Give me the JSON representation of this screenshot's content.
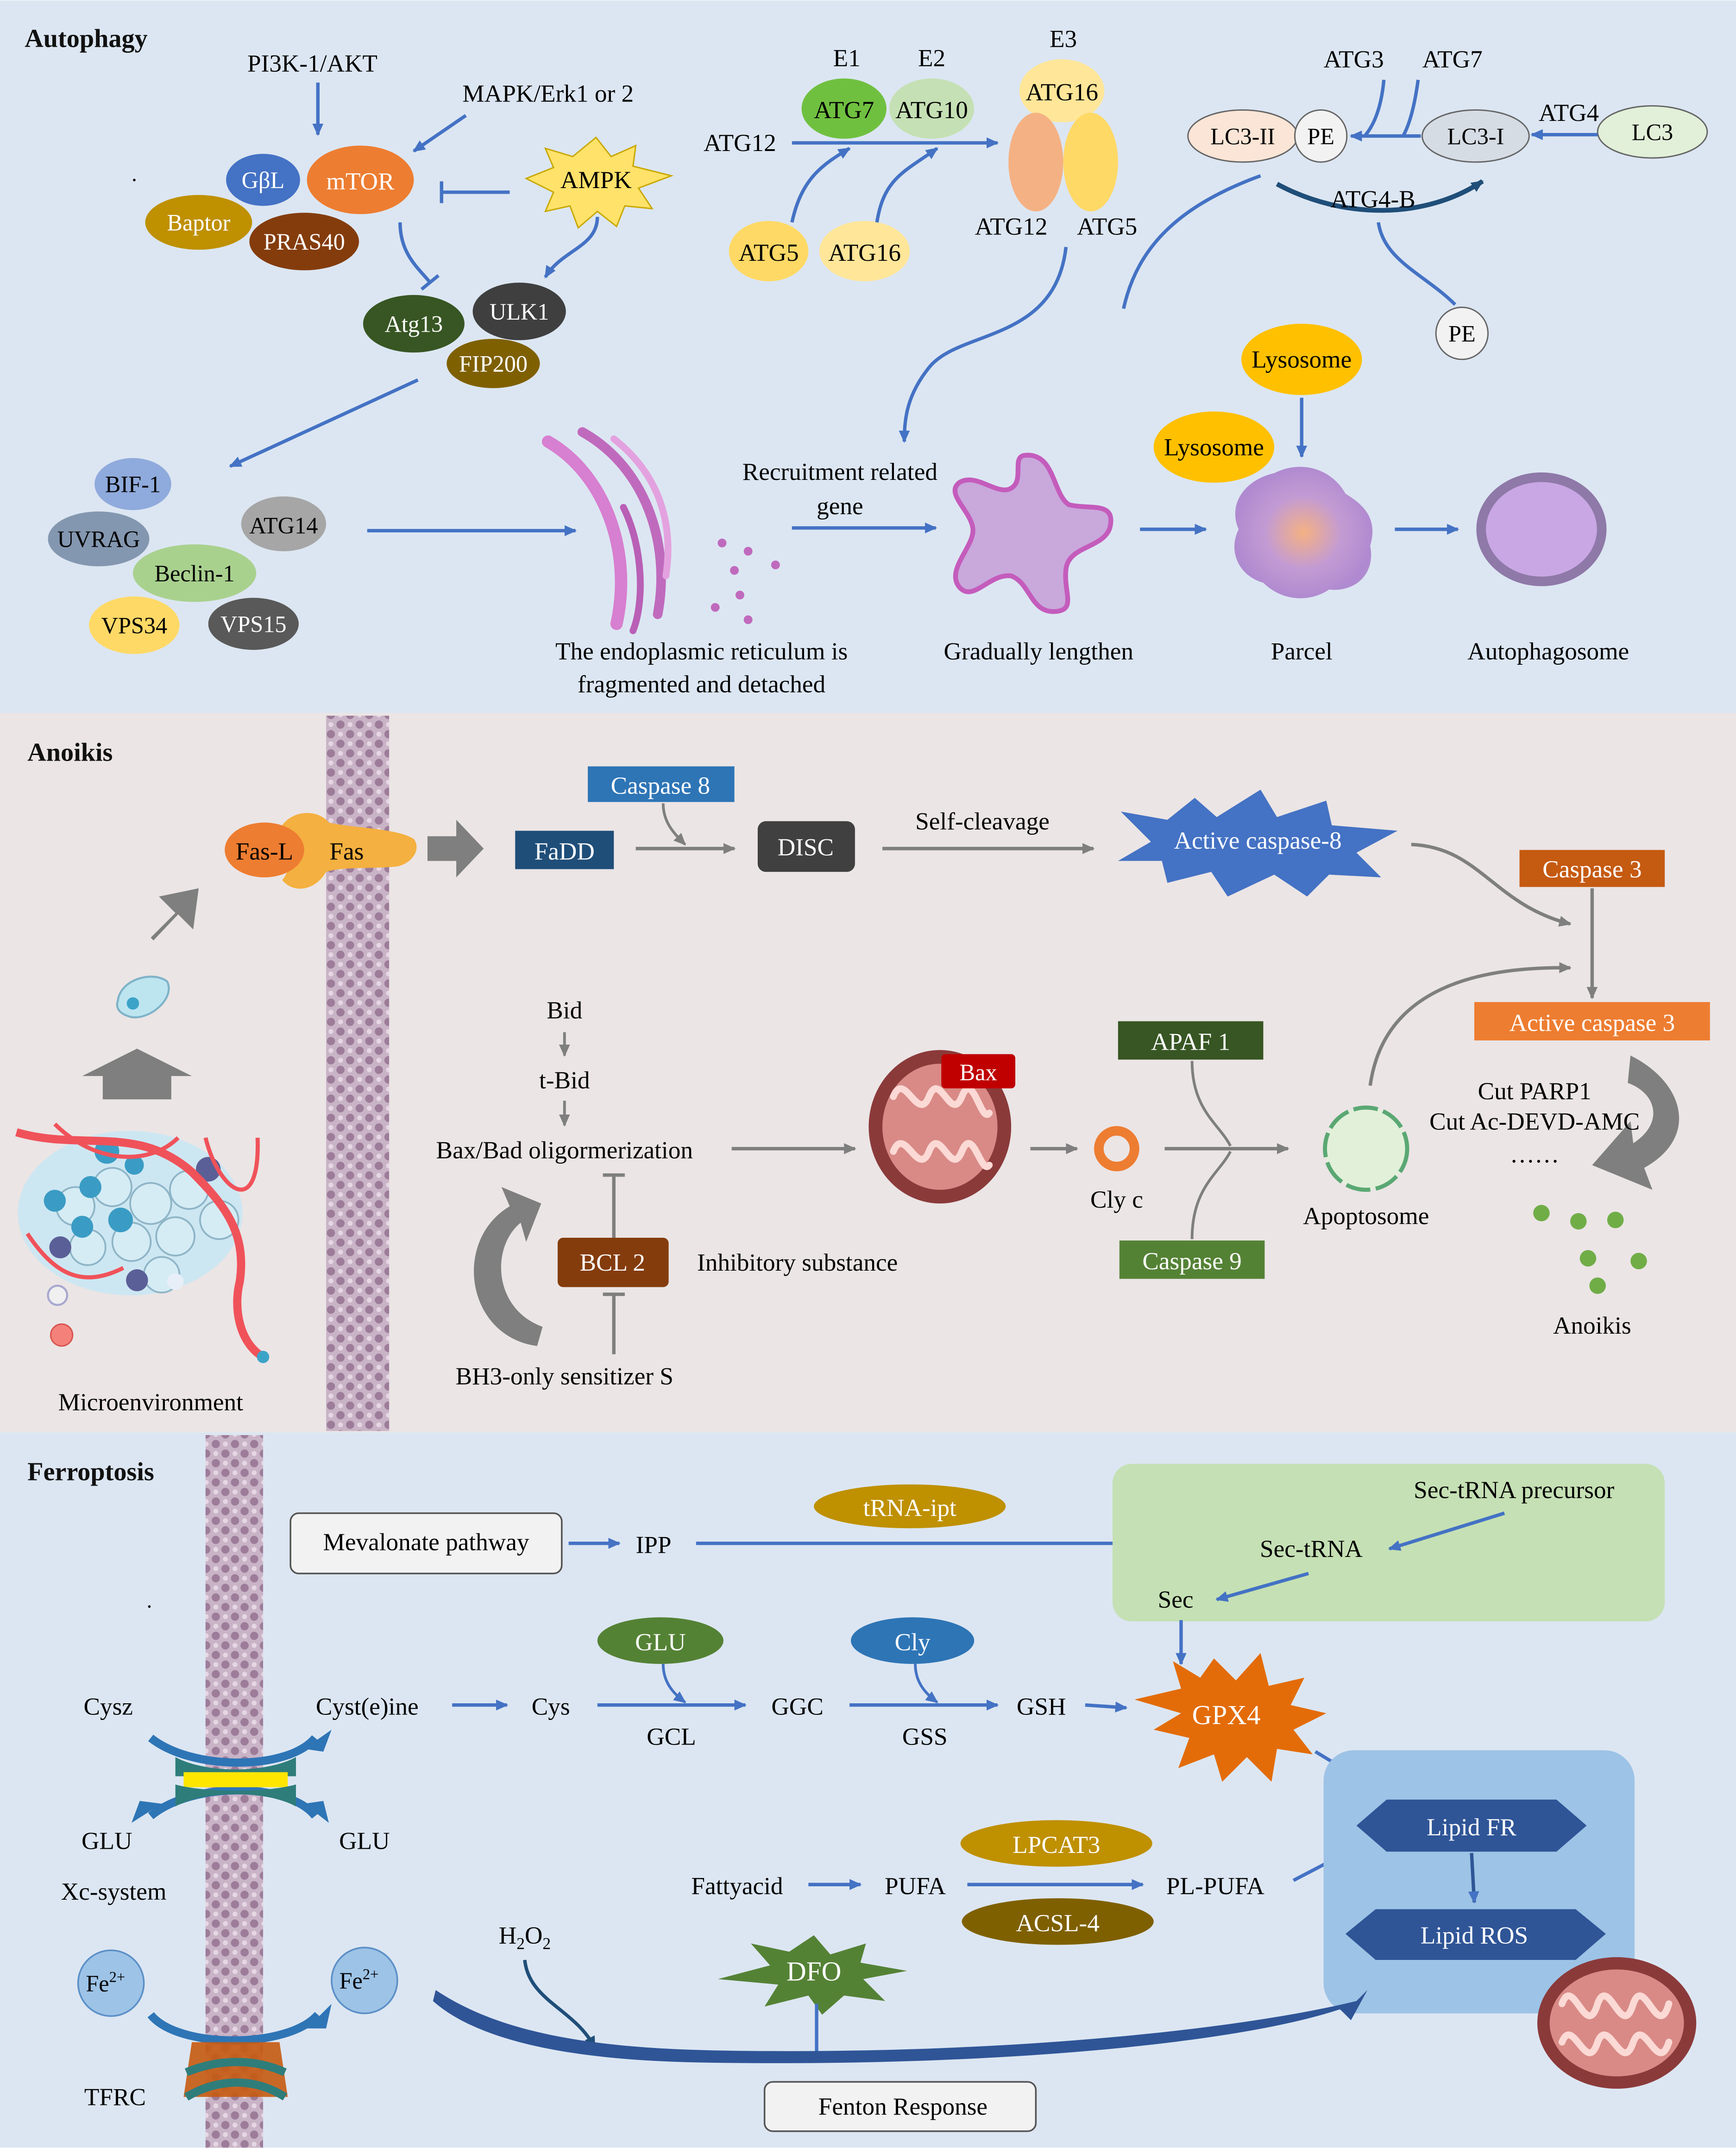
{
  "sections": {
    "autophagy": "Autophagy",
    "anoikis": "Anoikis",
    "ferroptosis": "Ferroptosis"
  },
  "autophagy": {
    "pi3k": "PI3K-1/AKT",
    "mapk": "MAPK/Erk1  or 2",
    "gbl": "GβL",
    "mtor": "mTOR",
    "baptor": "Baptor",
    "pras40": "PRAS40",
    "ampk": "AMPK",
    "atg13": "Atg13",
    "ulk1": "ULK1",
    "fip200": "FIP200",
    "bif1": "BIF-1",
    "uvrag": "UVRAG",
    "atg14": "ATG14",
    "beclin1": "Beclin-1",
    "vps34": "VPS34",
    "vps15": "VPS15",
    "e1": "E1",
    "e2": "E2",
    "e3": "E3",
    "atg7": "ATG7",
    "atg10": "ATG10",
    "atg16_top": "ATG16",
    "atg12_left": "ATG12",
    "atg12_right": "ATG12",
    "atg5_right": "ATG5",
    "atg5_bottom": "ATG5",
    "atg16_bottom": "ATG16",
    "atg3": "ATG3",
    "atg7_r": "ATG7",
    "atg4": "ATG4",
    "lc3ii": "LC3-II",
    "pe_top": "PE",
    "lc3i": "LC3-I",
    "lc3": "LC3",
    "atg4b": "ATG4-B",
    "pe_bottom": "PE",
    "lysosome1": "Lysosome",
    "lysosome2": "Lysosome",
    "recruit1": "Recruitment related",
    "recruit2": "gene",
    "er1": "The endoplasmic  reticulum is",
    "er2": "fragmented  and detached",
    "lengthen": "Gradually  lengthen",
    "parcel": "Parcel",
    "autophagosome": "Autophagosome",
    "dot": "."
  },
  "anoikis": {
    "fasl": "Fas-L",
    "fas": "Fas",
    "caspase8": "Caspase  8",
    "fadd": "FaDD",
    "disc": "DISC",
    "selfcleavage": "Self-cleavage",
    "active_casp8": "Active caspase-8",
    "caspase3": "Caspase  3",
    "active_casp3": "Active caspase  3",
    "bid": "Bid",
    "tbid": "t-Bid",
    "baxbad": "Bax/Bad  oligormerization",
    "bax": "Bax",
    "apaf1": "APAF  1",
    "clyc": "Cly  c",
    "caspase9": "Caspase  9",
    "apoptosome": "Apoptosome",
    "cut_parp1": "Cut PARP1",
    "cut_ac": "Cut Ac-DEVD-AMC",
    "ellipsis": "……",
    "anoikis_label": "Anoikis",
    "bcl2": "BCL 2",
    "inhibitory": "Inhibitory  substance",
    "bh3": "BH3-only  sensitizer  S",
    "microenvironment": "Microenvironment"
  },
  "ferroptosis": {
    "mevalonate": "Mevalonate  pathway",
    "ipp": "IPP",
    "trna_ipt": "tRNA-ipt",
    "sec_precursor": "Sec-tRNA  precursor",
    "sec_trna": "Sec-tRNA",
    "sec": "Sec",
    "glu_top": "GLU",
    "cly": "Cly",
    "cysz": "Cysz",
    "cyst": "Cyst(e)ine",
    "cys": "Cys",
    "gcl": "GCL",
    "ggc": "GGC",
    "gss": "GSS",
    "gsh": "GSH",
    "gpx4": "GPX4",
    "glu_left": "GLU",
    "glu_right": "GLU",
    "xc": "Xc-system",
    "lpcat3": "LPCAT3",
    "fattyacid": "Fattyacid",
    "pufa": "PUFA",
    "plpufa": "PL-PUFA",
    "acsl4": "ACSL-4",
    "lipid_fr": "Lipid FR",
    "lipid_ros": "Lipid ROS",
    "h2o2_h": "H",
    "h2o2_2a": "2",
    "h2o2_o": "O",
    "h2o2_2b": "2",
    "dfo": "DFO",
    "fe_left": "Fe",
    "fe_right": "Fe",
    "fe_charge": "2+",
    "tfrc": "TFRC",
    "fenton": "Fenton  Response",
    "dot": "."
  }
}
